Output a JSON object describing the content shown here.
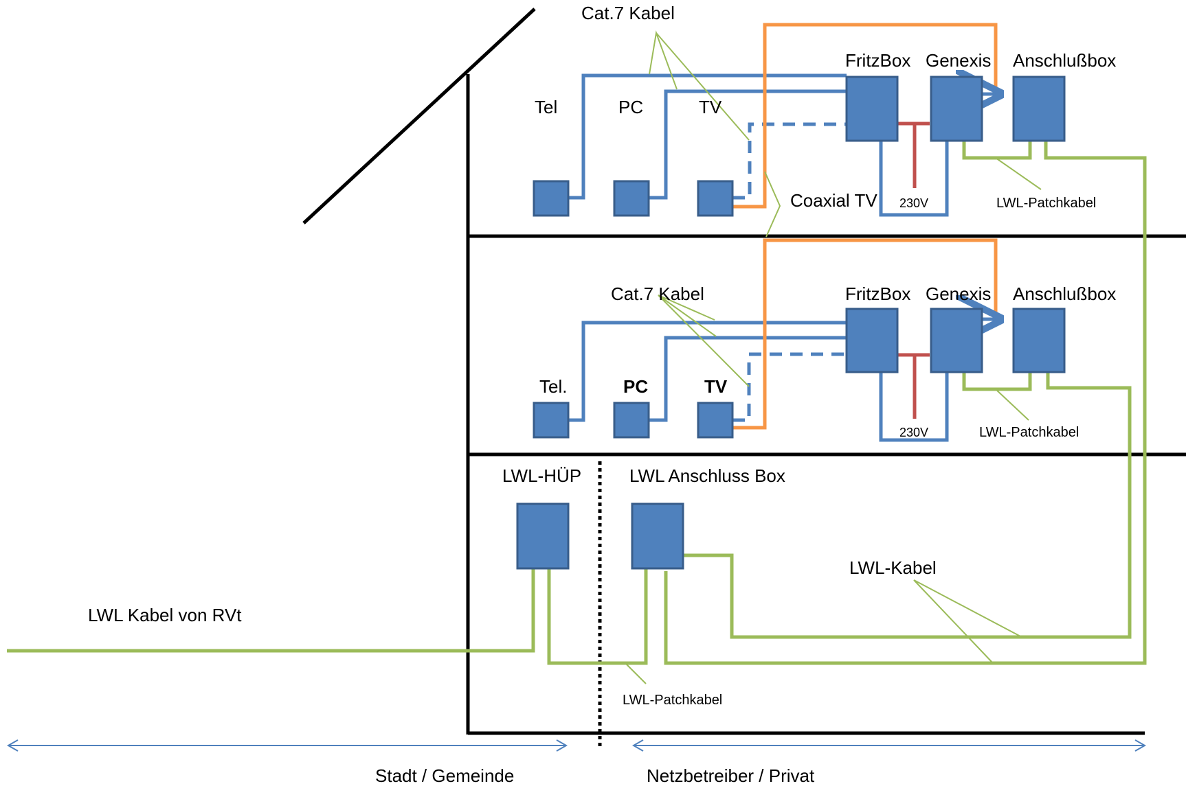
{
  "upper_floor": {
    "cable_label": "Cat.7 Kabel",
    "fritzbox": "FritzBox",
    "genexis": "Genexis",
    "anschlussbox": "Anschlußbox",
    "tel": "Tel",
    "pc": "PC",
    "tv": "TV",
    "coax": "Coaxial TV",
    "power": "230V",
    "patch": "LWL-Patchkabel"
  },
  "middle_floor": {
    "cable_label": "Cat.7 Kabel",
    "fritzbox": "FritzBox",
    "genexis": "Genexis",
    "anschlussbox": "Anschlußbox",
    "tel": "Tel.",
    "pc": "PC",
    "tv": "TV",
    "power": "230V",
    "patch": "LWL-Patchkabel"
  },
  "basement": {
    "huep": "LWL-HÜP",
    "anschluss_box": "LWL Anschluss Box",
    "lwl_kabel": "LWL-Kabel",
    "patch": "LWL-Patchkabel",
    "incoming": "LWL Kabel von RVt"
  },
  "zones": {
    "left": "Stadt / Gemeinde",
    "right": "Netzbetreiber / Privat"
  },
  "colors": {
    "device": "#4f81bd",
    "cat7": "#4f81bd",
    "coax": "#f79646",
    "fiber": "#9bbb59",
    "power": "#c0504d"
  }
}
